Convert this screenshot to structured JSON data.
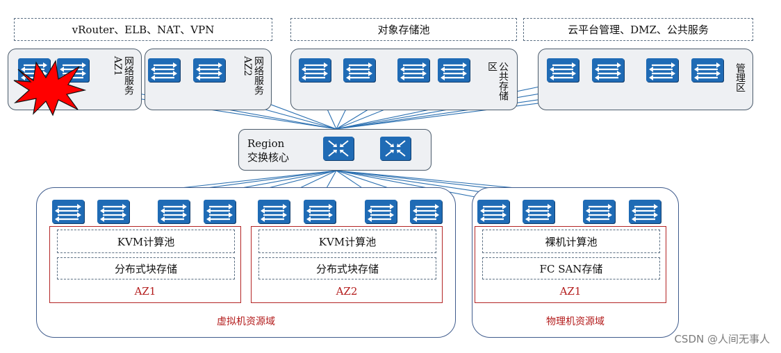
{
  "top_boxes": {
    "network": "vRouter、ELB、NAT、VPN",
    "storage": "对象存储池",
    "platform": "云平台管理、DMZ、公共服务"
  },
  "zones": {
    "az1_net": "网络服务AZ1",
    "az2_net": "网络服务AZ2",
    "public_storage": "公共存储区",
    "management": "管理区"
  },
  "core": {
    "title_line1": "Region",
    "title_line2": "交换核心"
  },
  "domains": {
    "virtual": "虚拟机资源域",
    "physical": "物理机资源域"
  },
  "az_blocks": [
    {
      "compute": "KVM计算池",
      "storage": "分布式块存储",
      "label": "AZ1"
    },
    {
      "compute": "KVM计算池",
      "storage": "分布式块存储",
      "label": "AZ2"
    },
    {
      "compute": "裸机计算池",
      "storage": "FC SAN存储",
      "label": "AZ1"
    }
  ],
  "icons": {
    "access_switch": "switch-icon",
    "core_switch": "core-switch-icon",
    "failure": "failure-burst-icon"
  },
  "colors": {
    "switch": "#1f6bb5",
    "link": "#2a6fb0",
    "az_border": "#b32424",
    "failure": "#ff0000"
  },
  "watermark": "CSDN @人间无事人"
}
